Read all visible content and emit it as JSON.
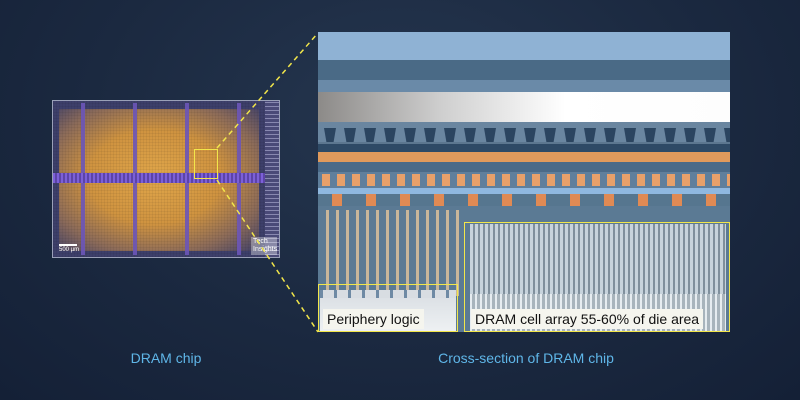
{
  "die": {
    "scale_label": "500 µm",
    "watermark_line1": "Tech",
    "watermark_line2": "Insights"
  },
  "cross_section": {
    "periphery_label": "Periphery logic",
    "cell_array_label": "DRAM cell array 55-60% of die area"
  },
  "captions": {
    "left": "DRAM chip",
    "right": "Cross-section of DRAM chip"
  },
  "colors": {
    "highlight": "#f2e64a",
    "caption": "#5fb6e8",
    "background": "#1b2940"
  }
}
